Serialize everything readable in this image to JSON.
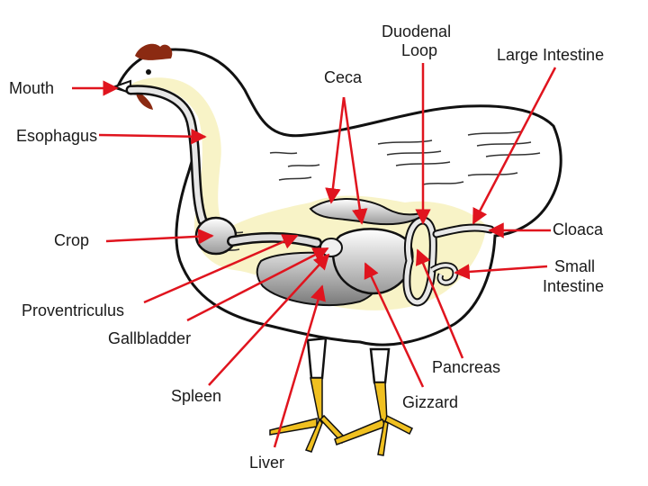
{
  "labels": {
    "mouth": "Mouth",
    "esophagus": "Esophagus",
    "crop": "Crop",
    "proventriculus": "Proventriculus",
    "gallbladder": "Gallbladder",
    "spleen": "Spleen",
    "liver": "Liver",
    "ceca": "Ceca",
    "duodenal_loop_line1": "Duodenal",
    "duodenal_loop_line2": "Loop",
    "large_intestine": "Large Intestine",
    "cloaca": "Cloaca",
    "small_intestine_line1": "Small",
    "small_intestine_line2": "Intestine",
    "pancreas": "Pancreas",
    "gizzard": "Gizzard"
  },
  "colors": {
    "arrow": "#e0141e",
    "outline": "#111111",
    "organ_glow": "#f4eca0",
    "comb": "#8b2a12",
    "feet": "#f0c020"
  }
}
